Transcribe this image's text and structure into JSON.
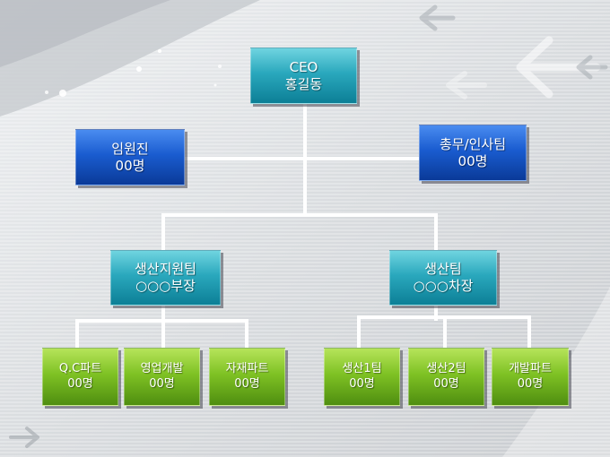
{
  "org": {
    "ceo": {
      "title": "CEO",
      "name": "홍길동"
    },
    "executives": {
      "title": "임원진",
      "count": "00명"
    },
    "general_hr": {
      "title": "총무/인사팀",
      "count": "00명"
    },
    "production_support": {
      "title": "생산지원팀",
      "head": "○○○부장"
    },
    "production": {
      "title": "생산팀",
      "head": "○○○차장"
    },
    "qc_part": {
      "title": "Q.C파트",
      "count": "00명"
    },
    "sales_dev": {
      "title": "영업개발",
      "count": "00명"
    },
    "materials_part": {
      "title": "자재파트",
      "count": "00명"
    },
    "production_1": {
      "title": "생산1팀",
      "count": "00명"
    },
    "production_2": {
      "title": "생산2팀",
      "count": "00명"
    },
    "development_part": {
      "title": "개발파트",
      "count": "00명"
    }
  },
  "colors": {
    "connector": "#ffffff",
    "level1_teal": "#1a98b0",
    "staff_blue": "#1a5cd0",
    "unit_green": "#7fc224",
    "background": "#dcdee2"
  }
}
